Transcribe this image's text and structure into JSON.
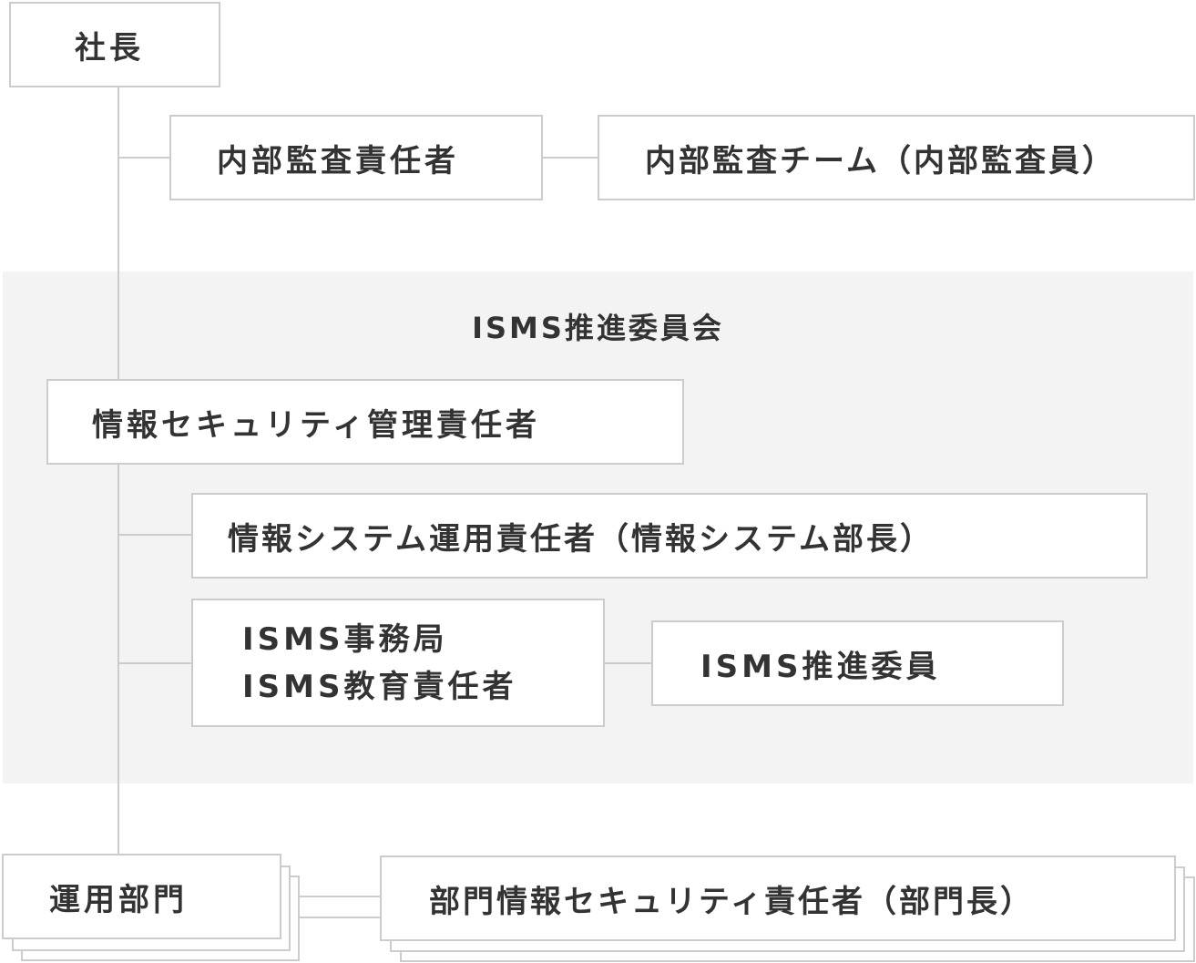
{
  "org_chart": {
    "president": "社長",
    "internal_audit_manager": "内部監査責任者",
    "internal_audit_team": "内部監査チーム（内部監査員）",
    "committee": {
      "title": "ISMS推進委員会",
      "infosec_manager": "情報セキュリティ管理責任者",
      "infosys_ops_manager": "情報システム運用責任者（情報システム部長）",
      "isms_office": "ISMS事務局",
      "isms_education_manager": "ISMS教育責任者",
      "isms_committee_member": "ISMS推進委員"
    },
    "operations_dept": "運用部門",
    "dept_infosec_manager": "部門情報セキュリティ責任者（部門長）"
  },
  "colors": {
    "border": "#cccccc",
    "committee_background": "#f3f3f3",
    "text": "#333333"
  }
}
